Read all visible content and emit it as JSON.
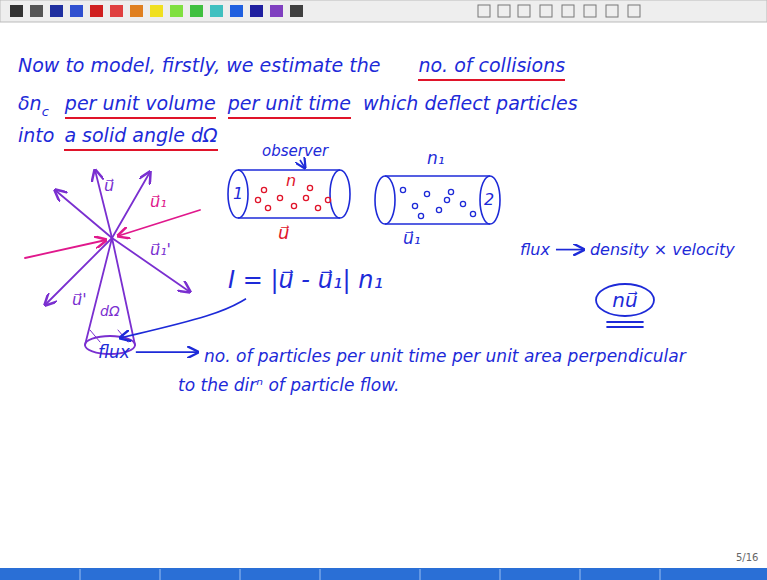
{
  "diagram": {
    "nodes": [
      {
        "text": [
          "n",
          "1",
          "u⃗"
        ]
      },
      {
        "text": [
          "n₁",
          "2",
          "u⃗₁"
        ]
      },
      {
        "text": [
          "nu⃗"
        ]
      }
    ],
    "labels": [
      "Now to model, firstly, we estimate the",
      "no. of collisions",
      "δn",
      "c",
      "per unit volume",
      "per unit time",
      "which deflect particles",
      "into",
      "a solid angle dΩ",
      "u⃗",
      "u⃗₁",
      "dΩ",
      "u⃗'",
      "u⃗₁'",
      "observer",
      "I = |u⃗ - u⃗₁| n₁",
      "flux",
      "density × velocity",
      "flux",
      "no. of particles per unit time per unit area perpendicular to the dirⁿ of particle flow.",
      "5/16"
    ]
  }
}
